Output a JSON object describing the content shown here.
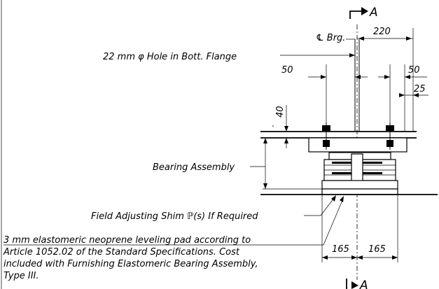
{
  "section_marker": "A",
  "labels": {
    "centerline": "℄ Brg.",
    "hole": "22 mm φ Hole in Bott. Flange",
    "bearing_assembly": "Bearing Assembly",
    "shim": "Field Adjusting Shim ℙ(s) If Required"
  },
  "note_lines": [
    "3 mm elastomeric neoprene leveling pad according to",
    "Article 1052.02 of the Standard Specifications. Cost",
    "included with Furnishing Elastomeric Bearing Assembly,",
    "Type III."
  ],
  "dimensions": {
    "top_220": "220",
    "left_50": "50",
    "right_50": "50",
    "edge_25": "25",
    "vert_40": "40",
    "bottom_left_165": "165",
    "bottom_right_165": "165"
  }
}
